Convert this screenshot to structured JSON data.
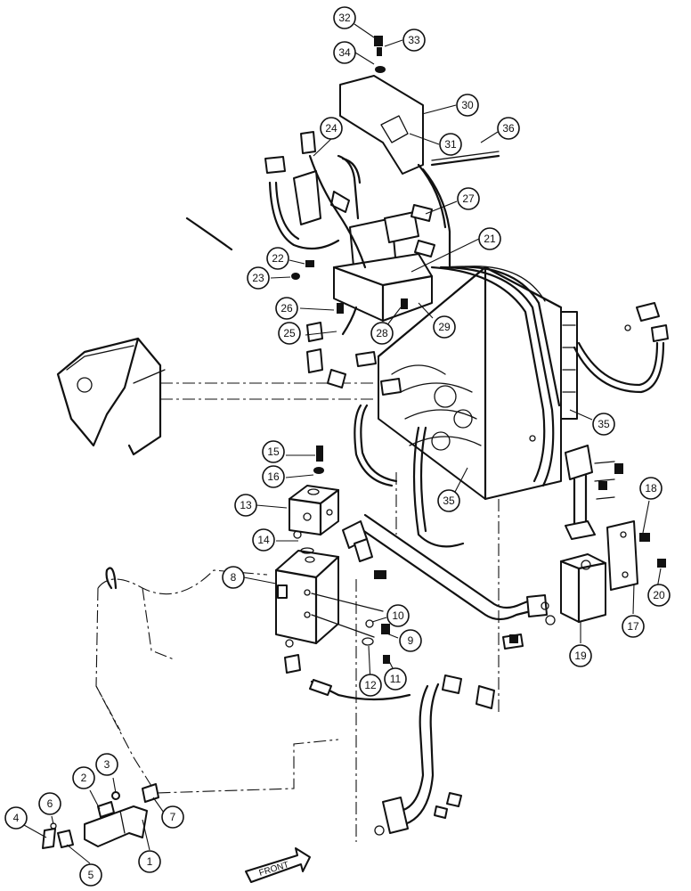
{
  "front_label": "FRONT",
  "callouts": [
    {
      "id": "1",
      "label": "1"
    },
    {
      "id": "2",
      "label": "2"
    },
    {
      "id": "3",
      "label": "3"
    },
    {
      "id": "4",
      "label": "4"
    },
    {
      "id": "5",
      "label": "5"
    },
    {
      "id": "6",
      "label": "6"
    },
    {
      "id": "7",
      "label": "7"
    },
    {
      "id": "8",
      "label": "8"
    },
    {
      "id": "9",
      "label": "9"
    },
    {
      "id": "10",
      "label": "10"
    },
    {
      "id": "11",
      "label": "11"
    },
    {
      "id": "12",
      "label": "12"
    },
    {
      "id": "13",
      "label": "13"
    },
    {
      "id": "14",
      "label": "14"
    },
    {
      "id": "15",
      "label": "15"
    },
    {
      "id": "16",
      "label": "16"
    },
    {
      "id": "17",
      "label": "17"
    },
    {
      "id": "18",
      "label": "18"
    },
    {
      "id": "19",
      "label": "19"
    },
    {
      "id": "20",
      "label": "20"
    },
    {
      "id": "21",
      "label": "21"
    },
    {
      "id": "22",
      "label": "22"
    },
    {
      "id": "23",
      "label": "23"
    },
    {
      "id": "24",
      "label": "24"
    },
    {
      "id": "25",
      "label": "25"
    },
    {
      "id": "26",
      "label": "26"
    },
    {
      "id": "27",
      "label": "27"
    },
    {
      "id": "28",
      "label": "28"
    },
    {
      "id": "29",
      "label": "29"
    },
    {
      "id": "30",
      "label": "30"
    },
    {
      "id": "31",
      "label": "31"
    },
    {
      "id": "32",
      "label": "32"
    },
    {
      "id": "33",
      "label": "33"
    },
    {
      "id": "34",
      "label": "34"
    },
    {
      "id": "35a",
      "label": "35"
    },
    {
      "id": "35b",
      "label": "35"
    },
    {
      "id": "36",
      "label": "36"
    }
  ]
}
